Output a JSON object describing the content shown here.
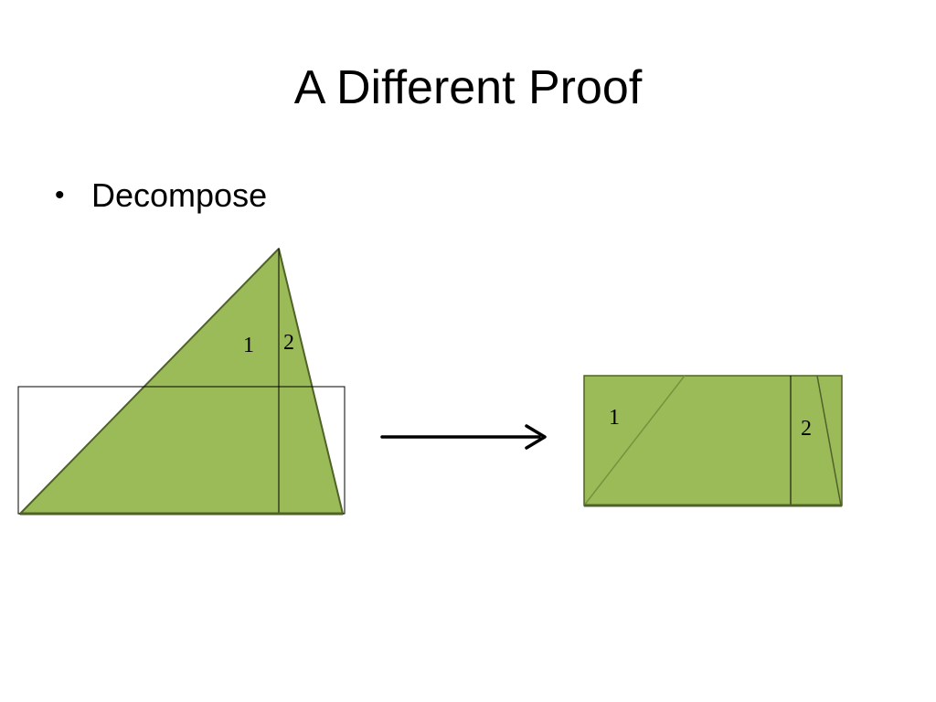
{
  "slide": {
    "title": "A Different Proof",
    "bullets": [
      {
        "text": "Decompose",
        "marker": "•"
      }
    ]
  },
  "diagram": {
    "colors": {
      "fill": "#9bbb59",
      "edge": "#4f6228",
      "line": "#000000",
      "arrow": "#000000"
    },
    "triangle_piece_labels": [
      "1",
      "2"
    ],
    "rectangle_piece_labels": [
      "1",
      "2"
    ]
  }
}
